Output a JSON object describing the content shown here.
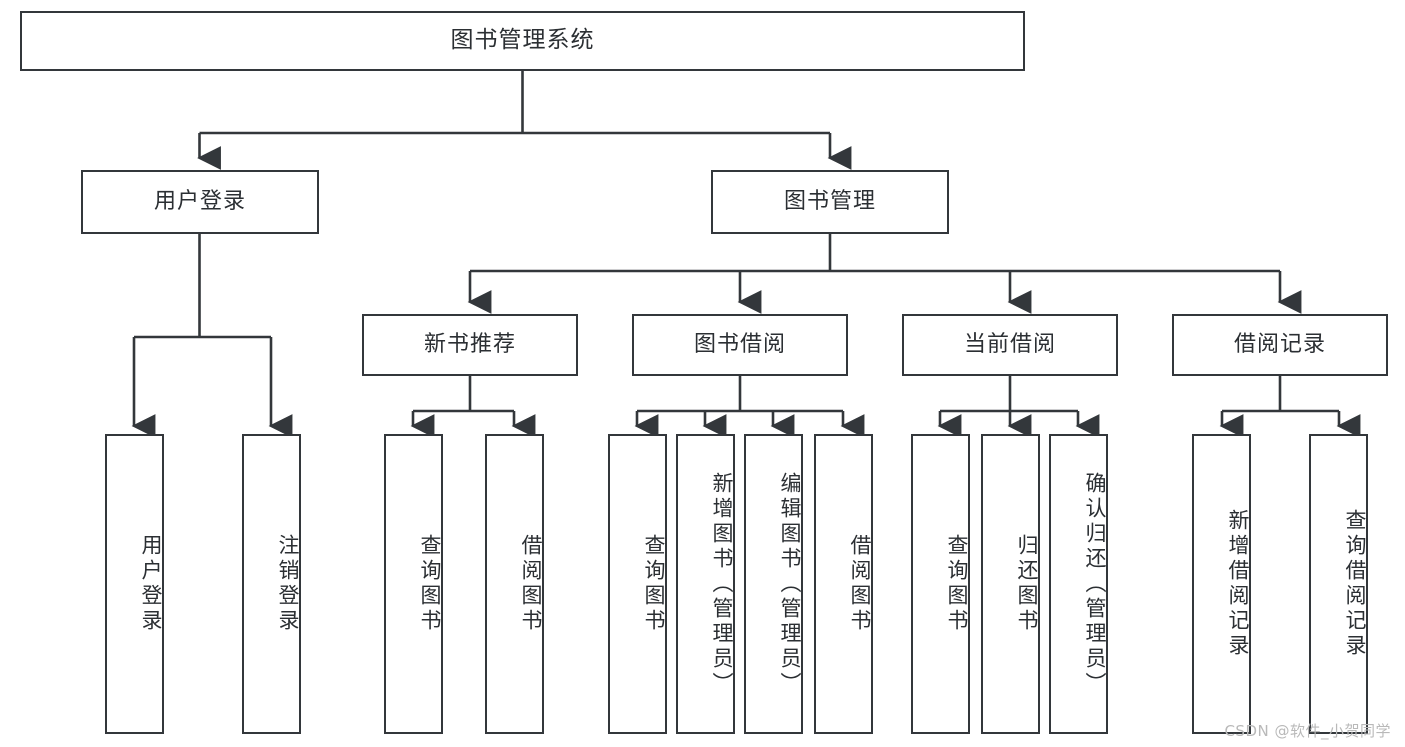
{
  "diagram": {
    "type": "tree",
    "title": "图书管理系统",
    "watermark": "CSDN @软件_小贺同学",
    "colors": {
      "stroke": "#33373b",
      "fill": "#ffffff",
      "text": "#2b2f33",
      "watermark": "#b9b9b9"
    },
    "nodes": {
      "root": "图书管理系统",
      "level1": [
        {
          "id": "user-login",
          "label": "用户登录"
        },
        {
          "id": "book-manage",
          "label": "图书管理"
        }
      ],
      "level2": [
        {
          "id": "new-book-recommend",
          "label": "新书推荐"
        },
        {
          "id": "book-borrow",
          "label": "图书借阅"
        },
        {
          "id": "current-borrow",
          "label": "当前借阅"
        },
        {
          "id": "borrow-record",
          "label": "借阅记录"
        }
      ],
      "leaves": {
        "user-login": [
          {
            "id": "leaf-user-login",
            "label": "用户登录"
          },
          {
            "id": "leaf-logout",
            "label": "注销登录"
          }
        ],
        "new-book-recommend": [
          {
            "id": "leaf-query-book-1",
            "label": "查询图书"
          },
          {
            "id": "leaf-borrow-book-1",
            "label": "借阅图书"
          }
        ],
        "book-borrow": [
          {
            "id": "leaf-query-book-2",
            "label": "查询图书"
          },
          {
            "id": "leaf-add-book",
            "label": "新增图书（管理员）"
          },
          {
            "id": "leaf-edit-book",
            "label": "编辑图书（管理员）"
          },
          {
            "id": "leaf-borrow-book-2",
            "label": "借阅图书"
          }
        ],
        "current-borrow": [
          {
            "id": "leaf-query-book-3",
            "label": "查询图书"
          },
          {
            "id": "leaf-return-book",
            "label": "归还图书"
          },
          {
            "id": "leaf-confirm-return",
            "label": "确认归还（管理员）"
          }
        ],
        "borrow-record": [
          {
            "id": "leaf-add-record",
            "label": "新增借阅记录"
          },
          {
            "id": "leaf-query-record",
            "label": "查询借阅记录"
          }
        ]
      }
    }
  }
}
